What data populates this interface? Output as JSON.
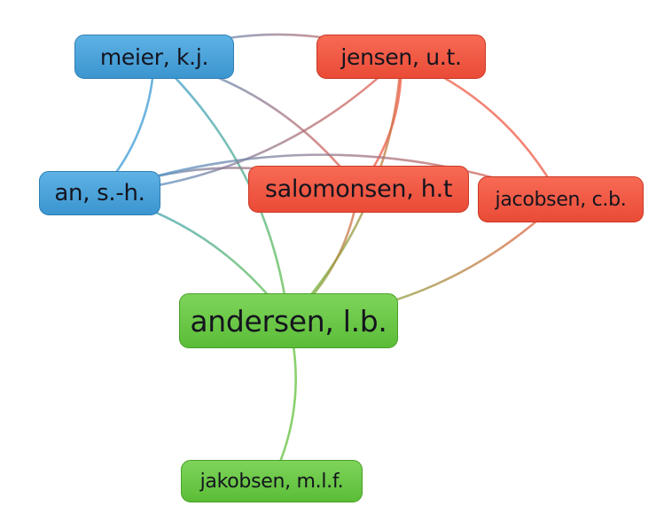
{
  "nodes": [
    {
      "id": "meier",
      "label": "meier, k.j.",
      "cluster": "blue"
    },
    {
      "id": "jensen",
      "label": "jensen, u.t.",
      "cluster": "red"
    },
    {
      "id": "an",
      "label": "an, s.-h.",
      "cluster": "blue"
    },
    {
      "id": "salomonsen",
      "label": "salomonsen, h.t",
      "cluster": "red"
    },
    {
      "id": "jacobsen",
      "label": "jacobsen, c.b.",
      "cluster": "red"
    },
    {
      "id": "andersen",
      "label": "andersen, l.b.",
      "cluster": "green"
    },
    {
      "id": "jakobsen",
      "label": "jakobsen, m.l.f.",
      "cluster": "green"
    }
  ],
  "edges": [
    [
      "meier",
      "jensen"
    ],
    [
      "meier",
      "an"
    ],
    [
      "meier",
      "salomonsen"
    ],
    [
      "meier",
      "andersen"
    ],
    [
      "jensen",
      "an"
    ],
    [
      "jensen",
      "salomonsen"
    ],
    [
      "jensen",
      "jacobsen"
    ],
    [
      "jensen",
      "andersen"
    ],
    [
      "an",
      "salomonsen"
    ],
    [
      "an",
      "jacobsen"
    ],
    [
      "an",
      "andersen"
    ],
    [
      "salomonsen",
      "andersen"
    ],
    [
      "jacobsen",
      "andersen"
    ],
    [
      "andersen",
      "jakobsen"
    ]
  ],
  "colors": {
    "blue": "#3b9ad6",
    "red": "#ef5a45",
    "green": "#62c23e"
  }
}
